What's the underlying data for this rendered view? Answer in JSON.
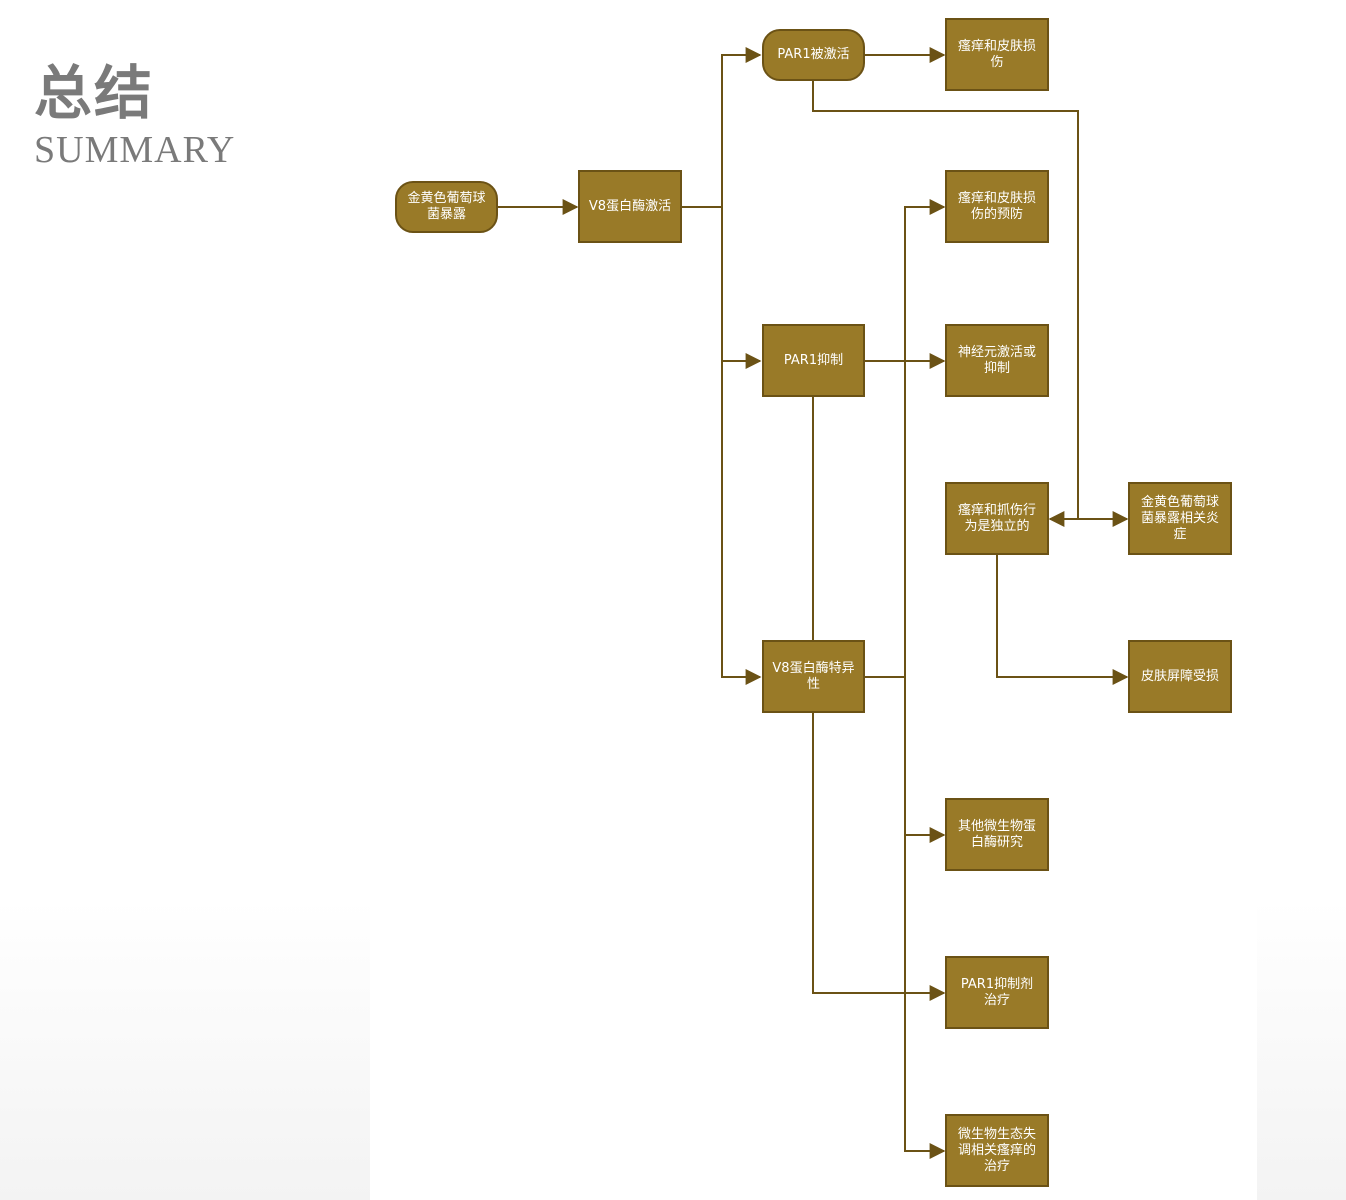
{
  "header": {
    "title_zh": "总结",
    "title_en": "SUMMARY"
  },
  "colors": {
    "node_fill": "#997a28",
    "node_border": "#6b5215",
    "connector": "#6b5215",
    "title": "#7a7a7a"
  },
  "nodes": {
    "exposure": "金黄色葡萄球菌暴露",
    "v8_activation": "V8蛋白酶激活",
    "par1_activated": "PAR1被激活",
    "itch_skin_damage": "瘙痒和皮肤损伤",
    "itch_prevention": "瘙痒和皮肤损伤的预防",
    "par1_inhibition": "PAR1抑制",
    "neuron_activation": "神经元激活或抑制",
    "itch_scratch_independent": "瘙痒和抓伤行为是独立的",
    "staph_inflammation": "金黄色葡萄球菌暴露相关炎症",
    "v8_specificity": "V8蛋白酶特异性",
    "skin_barrier_damage": "皮肤屏障受损",
    "other_microbe_protease": "其他微生物蛋白酶研究",
    "par1_inhibitor_treatment": "PAR1抑制剂治疗",
    "dysbiosis_itch_treatment": "微生物生态失调相关瘙痒的治疗"
  }
}
